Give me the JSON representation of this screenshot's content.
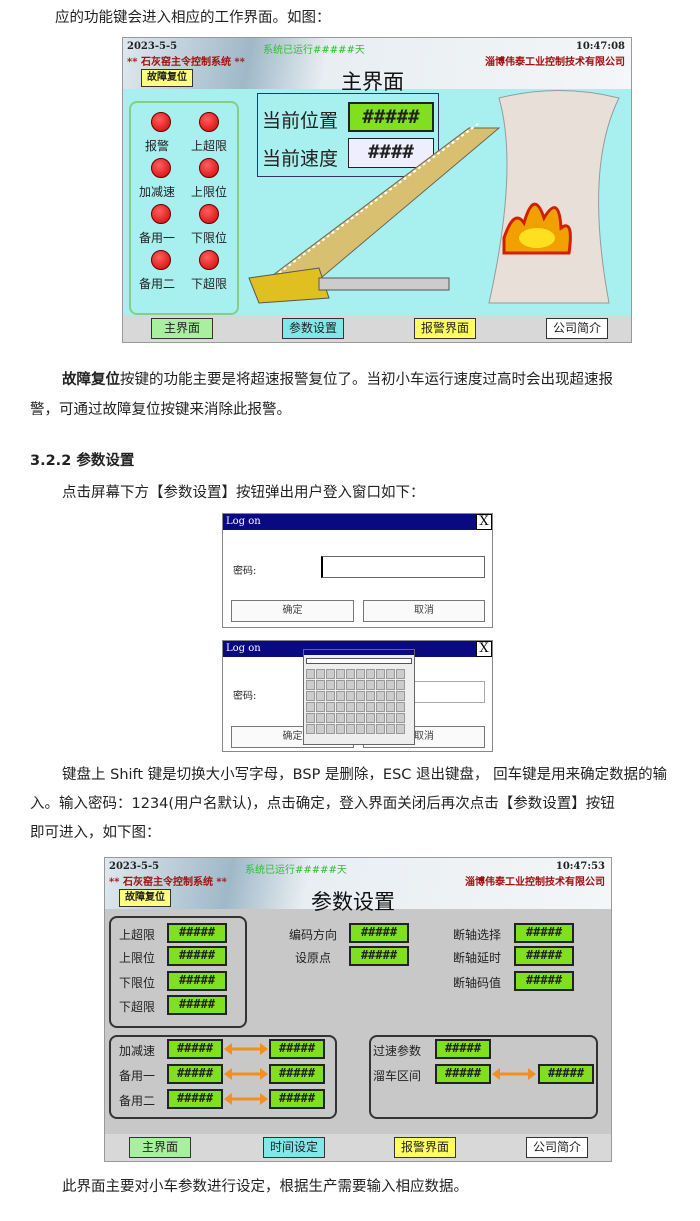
{
  "intro": "应的功能键会进入相应的工作界面。如图：",
  "main_screen": {
    "date": "2023-5-5",
    "system_name": "** 石灰窑主令控制系统 **",
    "runtime": "系统已运行#####天",
    "time": "10:47:08",
    "company": "淄博伟泰工业控制技术有限公司",
    "reset_button": "故障复位",
    "title": "主界面",
    "lights": [
      "报警",
      "上超限",
      "加减速",
      "上限位",
      "备用一",
      "下限位",
      "备用二",
      "下超限"
    ],
    "position_label": "当前位置",
    "position_value": "#####",
    "speed_label": "当前速度",
    "speed_value": "####",
    "nav": [
      "主界面",
      "参数设置",
      "报警界面",
      "公司简介"
    ]
  },
  "para1_bold": "故障复位",
  "para1": "按键的功能主要是将超速报警复位了。当初小车运行速度过高时会出现超速报",
  "para1_cont": "警，可通过故障复位按键来消除此报警。",
  "heading": "3.2.2  参数设置",
  "para2": "点击屏幕下方【参数设置】按钮弹出用户登入窗口如下：",
  "login": {
    "title": "Log on",
    "close": "X",
    "password_label": "密码:",
    "ok": "确定",
    "cancel": "取消"
  },
  "para3": [
    "键盘上 Shift 键是切换大小写字母，BSP 是删除，ESC 退出键盘， 回车键是用来确定数据的输",
    "入。输入密码：1234(用户名默认)，点击确定，登入界面关闭后再次点击【参数设置】按钮",
    "即可进入，如下图："
  ],
  "param_screen": {
    "date": "2023-5-5",
    "system_name": "** 石灰窑主令控制系统 **",
    "runtime": "系统已运行#####天",
    "time": "10:47:53",
    "company": "淄博伟泰工业控制技术有限公司",
    "reset_button": "故障复位",
    "title": "参数设置",
    "limits": [
      {
        "label": "上超限",
        "value": "#####"
      },
      {
        "label": "上限位",
        "value": "#####"
      },
      {
        "label": "下限位",
        "value": "#####"
      },
      {
        "label": "下超限",
        "value": "#####"
      }
    ],
    "middle": [
      {
        "label": "编码方向",
        "value": "#####"
      },
      {
        "label": "设原点",
        "value": "#####"
      }
    ],
    "right": [
      {
        "label": "断轴选择",
        "value": "#####"
      },
      {
        "label": "断轴延时",
        "value": "#####"
      },
      {
        "label": "断轴码值",
        "value": "#####"
      }
    ],
    "pairs": [
      {
        "label": "加减速",
        "a": "#####",
        "b": "#####"
      },
      {
        "label": "备用一",
        "a": "#####",
        "b": "#####"
      },
      {
        "label": "备用二",
        "a": "#####",
        "b": "#####"
      }
    ],
    "overspeed_label": "过速参数",
    "overspeed_value": "#####",
    "rollback_label": "溜车区间",
    "rollback_a": "#####",
    "rollback_b": "#####",
    "nav": [
      "主界面",
      "时间设定",
      "报警界面",
      "公司简介"
    ]
  },
  "outro": "此界面主要对小车参数进行设定，根据生产需要输入相应数据。"
}
